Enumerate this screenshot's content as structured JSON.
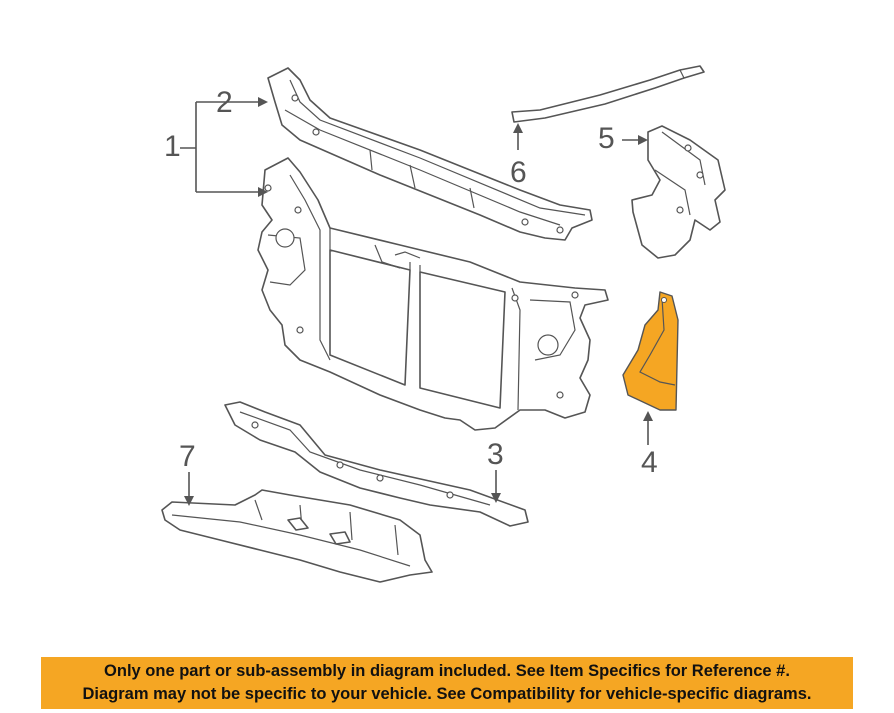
{
  "callouts": {
    "c1": "1",
    "c2": "2",
    "c3": "3",
    "c4": "4",
    "c5": "5",
    "c6": "6",
    "c7": "7"
  },
  "banner": {
    "line1": "Only one part or sub-assembly in diagram included. See Item Specifics for Reference #.",
    "line2": "Diagram may not be specific to your vehicle. See Compatibility for vehicle-specific diagrams.",
    "background": "#f5a623"
  },
  "colors": {
    "highlight_part": "#f5a623",
    "line": "#555555"
  }
}
